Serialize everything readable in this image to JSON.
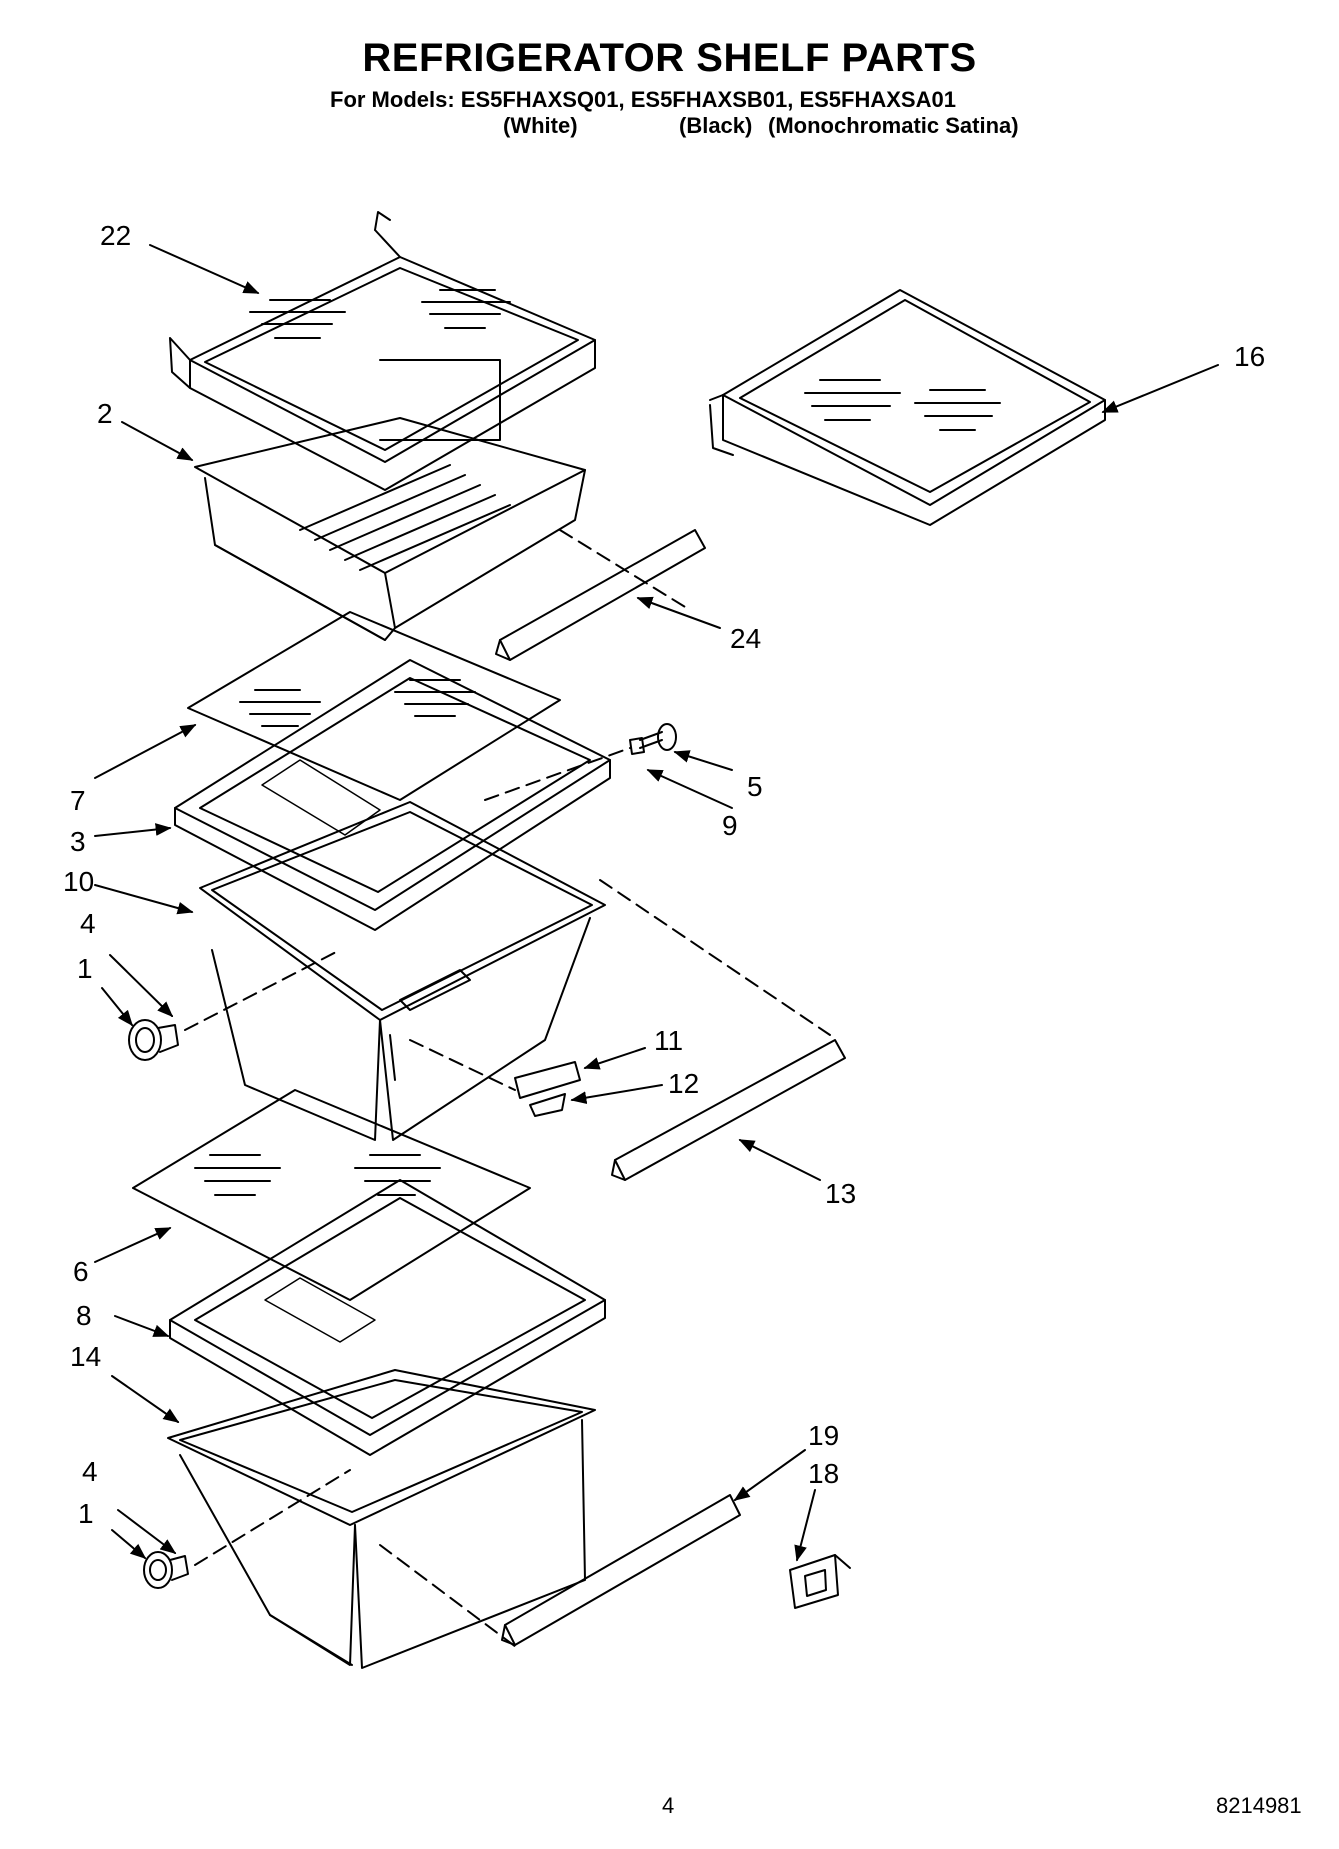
{
  "header": {
    "title": "REFRIGERATOR SHELF PARTS",
    "models_line": "For Models: ES5FHAXSQ01, ES5FHAXSB01, ES5FHAXSA01",
    "variants": [
      "(White)",
      "(Black)",
      "(Monochromatic Satina)"
    ]
  },
  "callouts": {
    "c22": "22",
    "c16": "16",
    "c2": "2",
    "c24": "24",
    "c7": "7",
    "c3": "3",
    "c5": "5",
    "c9": "9",
    "c10": "10",
    "c4a": "4",
    "c1a": "1",
    "c11": "11",
    "c12": "12",
    "c13": "13",
    "c6": "6",
    "c8": "8",
    "c14": "14",
    "c4b": "4",
    "c1b": "1",
    "c19": "19",
    "c18": "18"
  },
  "footer": {
    "page_number": "4",
    "document_number": "8214981"
  }
}
